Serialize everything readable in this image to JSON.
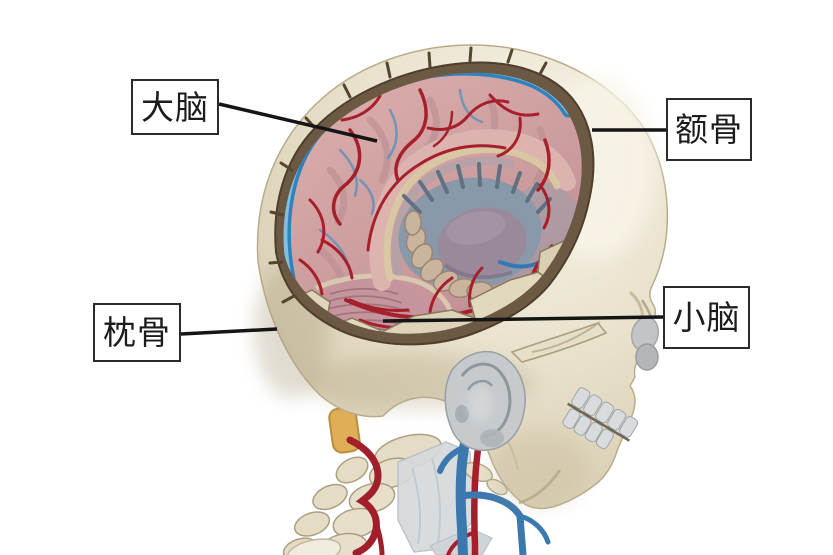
{
  "figure": {
    "description": "3D anatomical illustration: human skull opened to expose the brain, cerebral arteries and venous sinus, with cervical spine and neck vessels, viewed from the left-rear"
  },
  "labels": [
    {
      "id": "cerebrum",
      "text": "大脑"
    },
    {
      "id": "frontal-bone",
      "text": "额骨"
    },
    {
      "id": "occipital-bone",
      "text": "枕骨"
    },
    {
      "id": "cerebellum",
      "text": "小脑"
    }
  ],
  "colors": {
    "background": "#ffffff",
    "bone": "#e9e2cd",
    "bone_shadow": "#c6b998",
    "cut_bone_edge": "#6b5944",
    "brain_pink": "#cf9fa0",
    "artery_red": "#a6202c",
    "venous_sinus_blue": "#3d8ec9",
    "vein_blue": "#3a78ae",
    "ventricle_gray": "#8a99a9",
    "thalamus_purple": "#99899b",
    "corpus_callosum_cream": "#d8c9a2",
    "ear_cartilage": "#c6cacd",
    "teeth": "#d9dcde",
    "spinal_nerve_yellow": "#dfae57",
    "label_border": "#2b2b2b",
    "leader_line": "#151515"
  }
}
